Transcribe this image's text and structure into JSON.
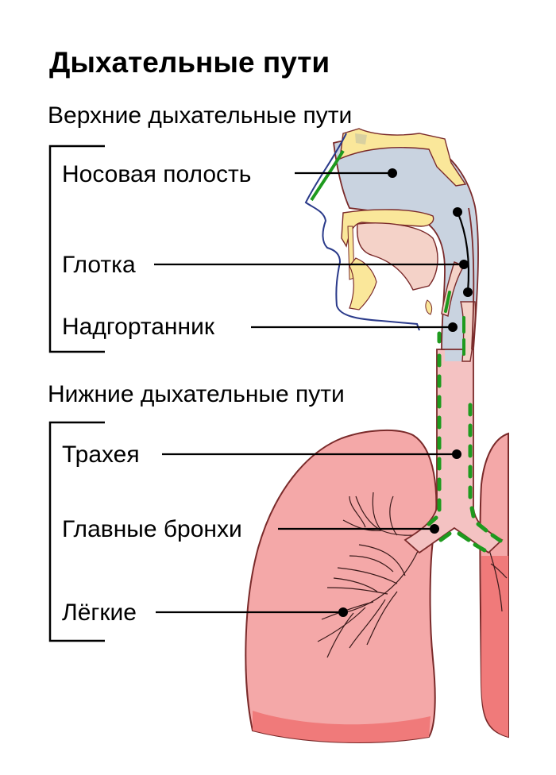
{
  "title": "Дыхательные пути",
  "upper": {
    "heading": "Верхние дыхательные пути",
    "labels": [
      "Носовая полость",
      "Глотка",
      "Надгортанник"
    ]
  },
  "lower": {
    "heading": "Нижние дыхательные пути",
    "labels": [
      "Трахея",
      "Главные бронхи",
      "Лёгкие"
    ]
  },
  "colors": {
    "lung_fill": "#f4a8a8",
    "lung_dark": "#f07a7a",
    "outline": "#7a2a2a",
    "airway_blue": "#c9d3e0",
    "bone_yellow": "#fae79a",
    "mucosa_green": "#1e9a1e",
    "skin_outline": "#2a3a8a",
    "mouth_pink": "#f4d2c8"
  }
}
